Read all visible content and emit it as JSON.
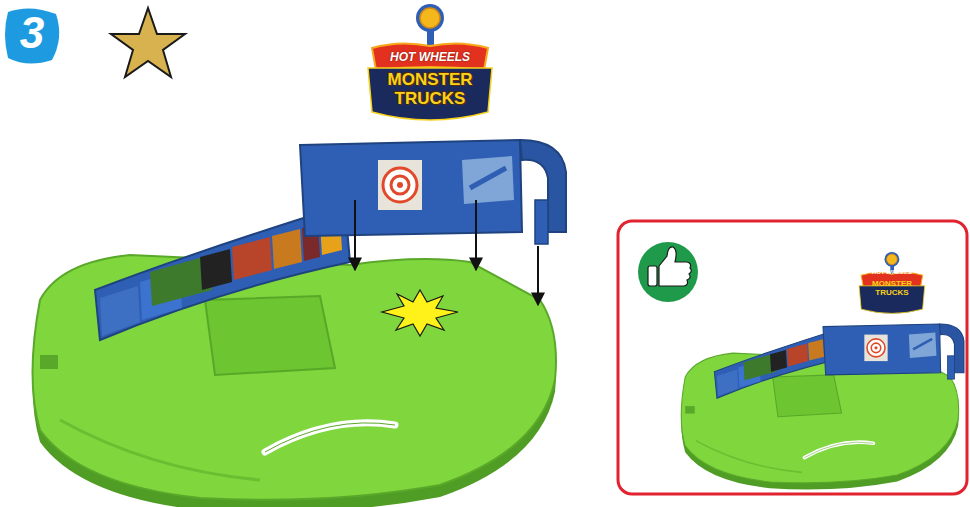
{
  "diagram": {
    "labels": [
      "3",
      "HOT WHEELS",
      "MONSTER TRUCKS",
      "HOT WHEELS",
      "MONSTER TRUCKS"
    ]
  }
}
